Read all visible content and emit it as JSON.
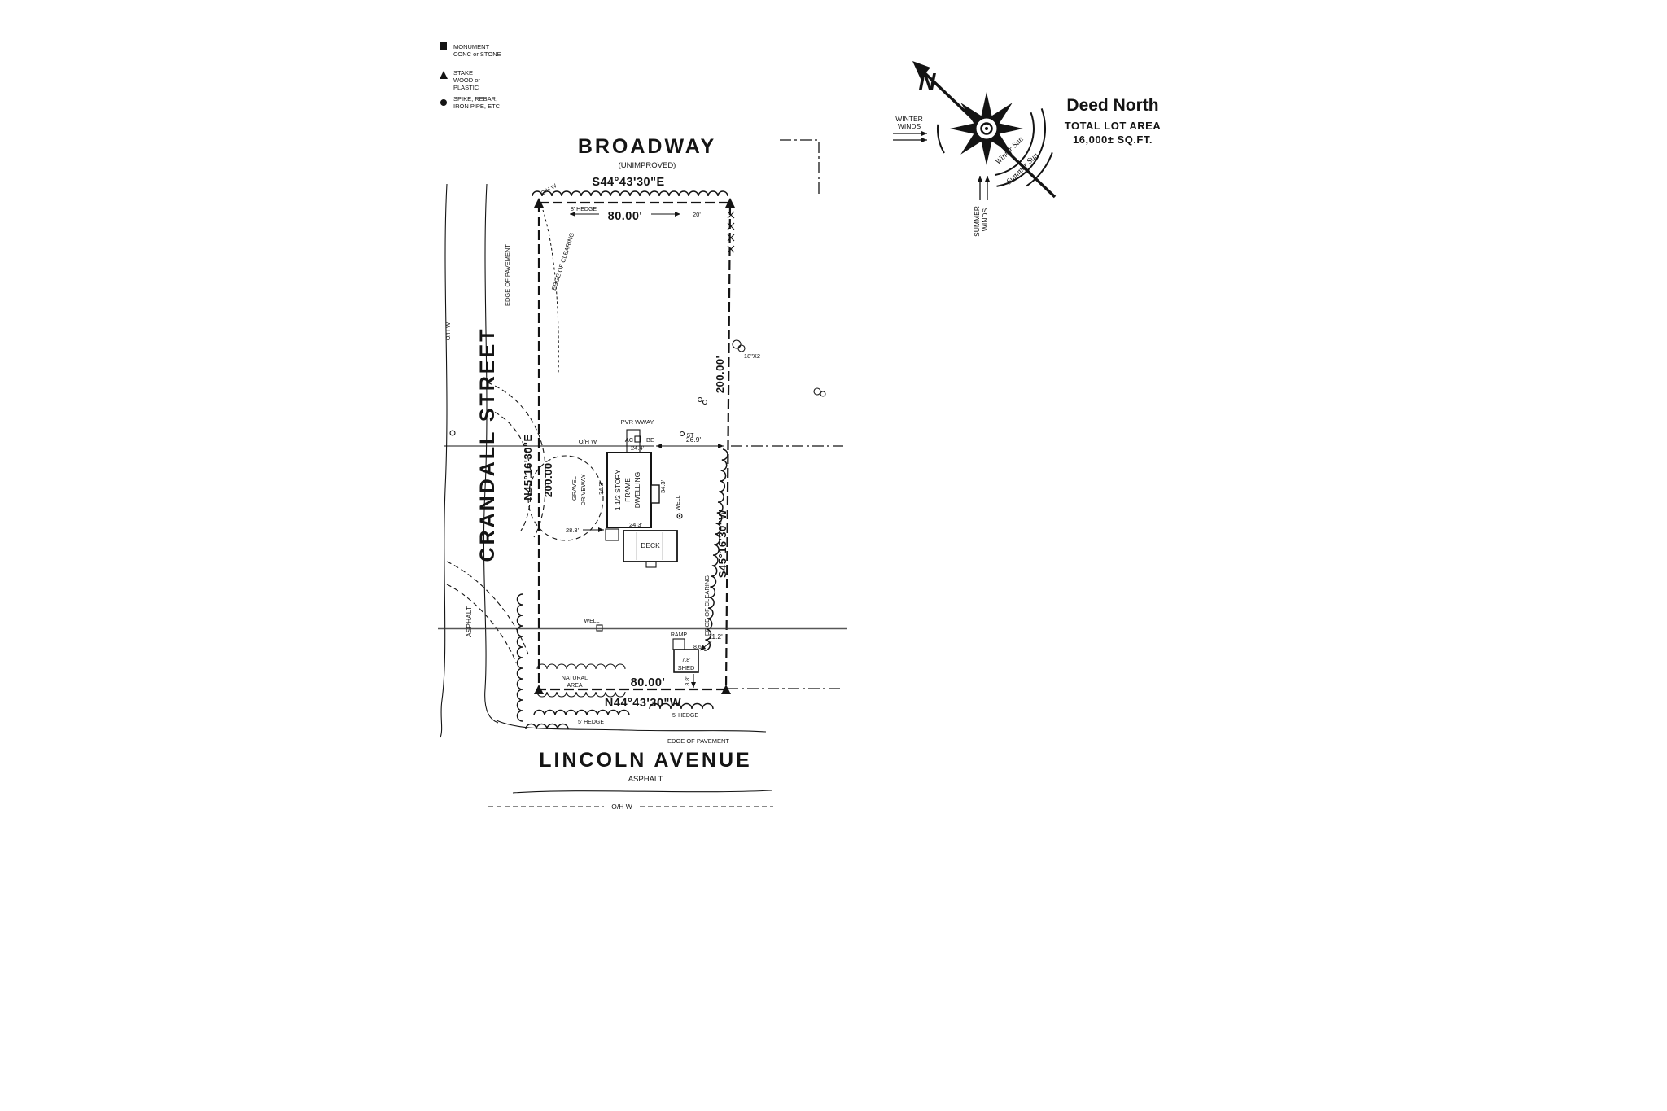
{
  "legend": {
    "monument": {
      "l1": "MONUMENT",
      "l2": "CONC or STONE"
    },
    "stake": {
      "l1": "STAKE",
      "l2": "WOOD or",
      "l3": "PLASTIC"
    },
    "spike": {
      "l1": "SPIKE, REBAR,",
      "l2": "IRON PIPE, ETC"
    }
  },
  "streets": {
    "broadway": {
      "name": "BROADWAY",
      "status": "(UNIMPROVED)"
    },
    "crandall": {
      "name": "CRANDALL STREET",
      "edge": "EDGE OF PAVEMENT",
      "ohw": "O/H W",
      "surface": "ASPHALT"
    },
    "lincoln": {
      "name": "LINCOLN AVENUE",
      "edge": "EDGE OF PAVEMENT",
      "ohw": "O/H W",
      "surface": "ASPHALT"
    }
  },
  "boundary": {
    "north": {
      "bearing": "S44°43'30\"E",
      "distance": "80.00'"
    },
    "west": {
      "bearing": "N45°16'30\"E",
      "distance": "200.00'"
    },
    "east": {
      "bearing": "S45°16'30\"W",
      "distance": "200.00'"
    },
    "south": {
      "bearing": "N44°43'30\"W",
      "distance": "80.00'"
    }
  },
  "dwelling": {
    "line1": "1 1/2 STORY",
    "line2": "FRAME",
    "line3": "DWELLING",
    "deck": "DECK",
    "walkway": "PVR WWAY",
    "ac": "AC",
    "be": "BE",
    "st": "ST",
    "well": "WELL",
    "dims": {
      "front": "24.4'",
      "to_east": "26.9'",
      "side_w": "34.3'",
      "side_e": "34.3'",
      "rear_off": "28.3'",
      "rear": "24.3'"
    }
  },
  "driveway": {
    "l1": "GRAVEL",
    "l2": "DRIVEWAY"
  },
  "shed": {
    "label": "SHED",
    "ramp": "RAMP",
    "d1": "8.6'",
    "d2": "7.8'",
    "d3": "11.2'",
    "d4": "8.8'"
  },
  "site": {
    "natural1": "NATURAL",
    "natural2": "AREA",
    "hedge_top": "8' HEDGE",
    "hedge_sw": "5' HEDGE",
    "hedge_se": "5' HEDGE",
    "clearing_top": "EDGE OF CLEARING",
    "clearing_east": "EDGE OF CLEARING",
    "well2": "WELL",
    "tree": "18\"X2",
    "ohw_top": "O/H W",
    "ohw_mid": "O/H W",
    "dim20": "20'"
  },
  "compass": {
    "north_letter": "N",
    "deed": "Deed North",
    "area1": "TOTAL LOT AREA",
    "area2": "16,000± SQ.FT.",
    "winter1": "WINTER",
    "winter2": "WINDS",
    "summer1": "SUMMER",
    "summer2": "WINDS",
    "winter_sun": "Winter Sun",
    "summer_sun": "Summer Sun"
  }
}
